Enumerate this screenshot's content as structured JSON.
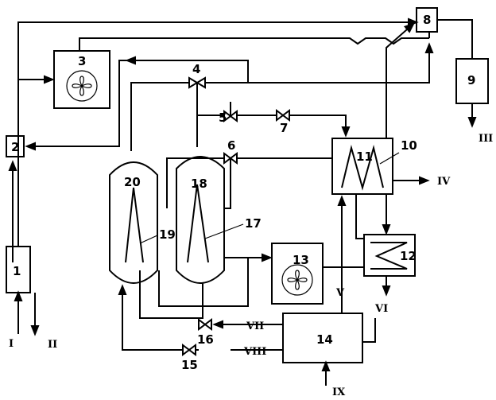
{
  "units": [
    {
      "id": "u1",
      "label": "1"
    },
    {
      "id": "u2",
      "label": "2"
    },
    {
      "id": "u3",
      "label": "3"
    },
    {
      "id": "u4",
      "label": "4"
    },
    {
      "id": "u5",
      "label": "5"
    },
    {
      "id": "u6",
      "label": "6"
    },
    {
      "id": "u7",
      "label": "7"
    },
    {
      "id": "u8",
      "label": "8"
    },
    {
      "id": "u9",
      "label": "9"
    },
    {
      "id": "u10",
      "label": "10"
    },
    {
      "id": "u11",
      "label": "11"
    },
    {
      "id": "u12",
      "label": "12"
    },
    {
      "id": "u13",
      "label": "13"
    },
    {
      "id": "u14",
      "label": "14"
    },
    {
      "id": "u15",
      "label": "15"
    },
    {
      "id": "u16",
      "label": "16"
    },
    {
      "id": "u17",
      "label": "17"
    },
    {
      "id": "u18",
      "label": "18"
    },
    {
      "id": "u19",
      "label": "19"
    },
    {
      "id": "u20",
      "label": "20"
    }
  ],
  "streams": {
    "s1": "I",
    "s2": "II",
    "s3": "III",
    "s4": "IV",
    "s5": "V",
    "s6": "VI",
    "s7": "VII",
    "s8": "VIII",
    "s9": "IX"
  }
}
